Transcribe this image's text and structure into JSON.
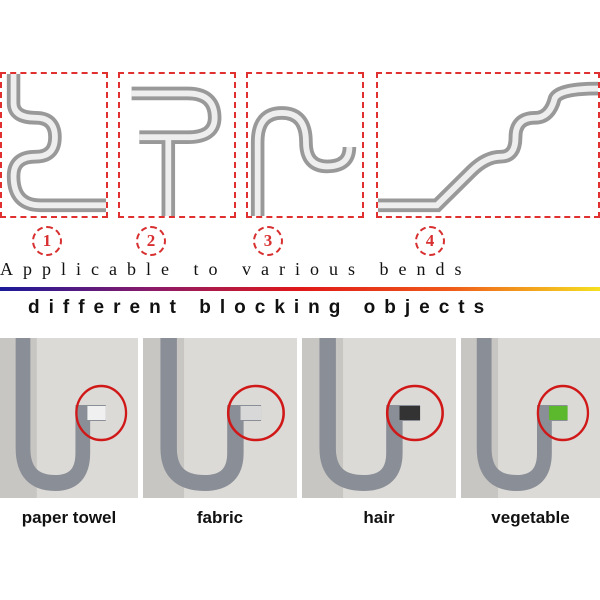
{
  "bends": {
    "numbers": [
      "1",
      "2",
      "3",
      "4"
    ],
    "caption": "Applicable to various bends"
  },
  "objects": {
    "heading": "different blocking objects",
    "items": [
      {
        "label": "paper towel",
        "color": "#f0f0f0"
      },
      {
        "label": "fabric",
        "color": "#d8d8d8"
      },
      {
        "label": "hair",
        "color": "#333333"
      },
      {
        "label": "vegetable",
        "color": "#5cb82c"
      }
    ]
  }
}
